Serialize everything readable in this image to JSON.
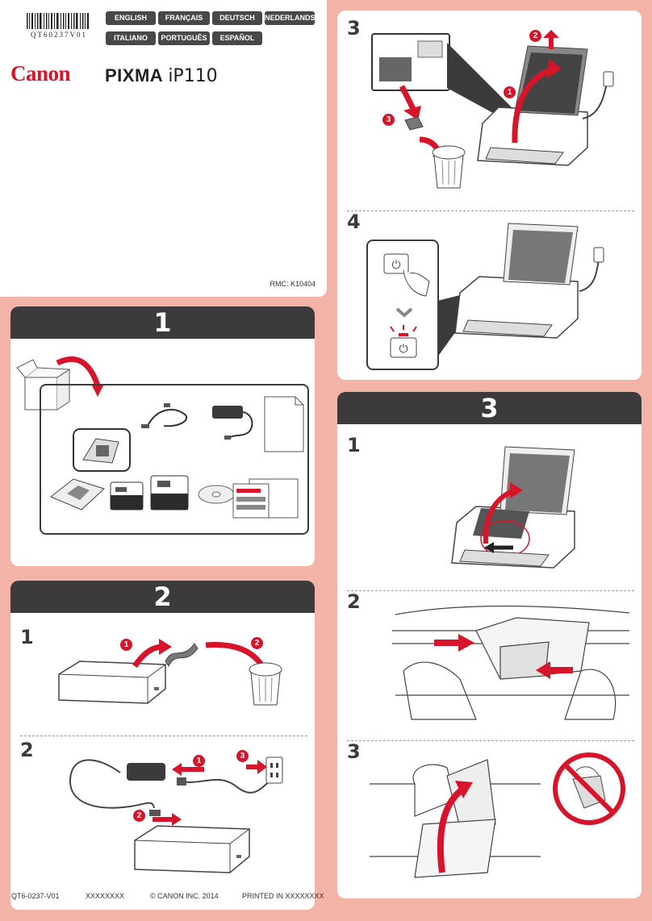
{
  "header": {
    "barcode_code": "QT60237V01",
    "brand": "Canon",
    "product_prefix": "PIXMA",
    "product_model": "iP110",
    "rmc": "RMC: K10404"
  },
  "languages": [
    "ENGLISH",
    "FRANÇAIS",
    "DEUTSCH",
    "NEDERLANDS",
    "ITALIANO",
    "PORTUGUÊS",
    "ESPAÑOL"
  ],
  "sections": {
    "s1": "1",
    "s2": "2",
    "s3": "3",
    "s2_step1": "1",
    "s2_step2": "2",
    "top_step3": "3",
    "top_step4": "4",
    "s3_step1": "1",
    "s3_step2": "2",
    "s3_step3": "3"
  },
  "callouts": {
    "s2s1_a": "1",
    "s2s1_b": "2",
    "s2s2_a": "1",
    "s2s2_b": "2",
    "s2s2_c": "3",
    "t3_a": "1",
    "t3_b": "2",
    "t3_c": "3"
  },
  "footer": {
    "code": "QT6-0237-V01",
    "placeholder": "XXXXXXXX",
    "copyright": "© CANON INC. 2014",
    "printed": "PRINTED IN XXXXXXXX"
  },
  "colors": {
    "accent_red": "#d7142a",
    "header_dark": "#3d3a3b",
    "background_pink": "#f3b3a6"
  }
}
